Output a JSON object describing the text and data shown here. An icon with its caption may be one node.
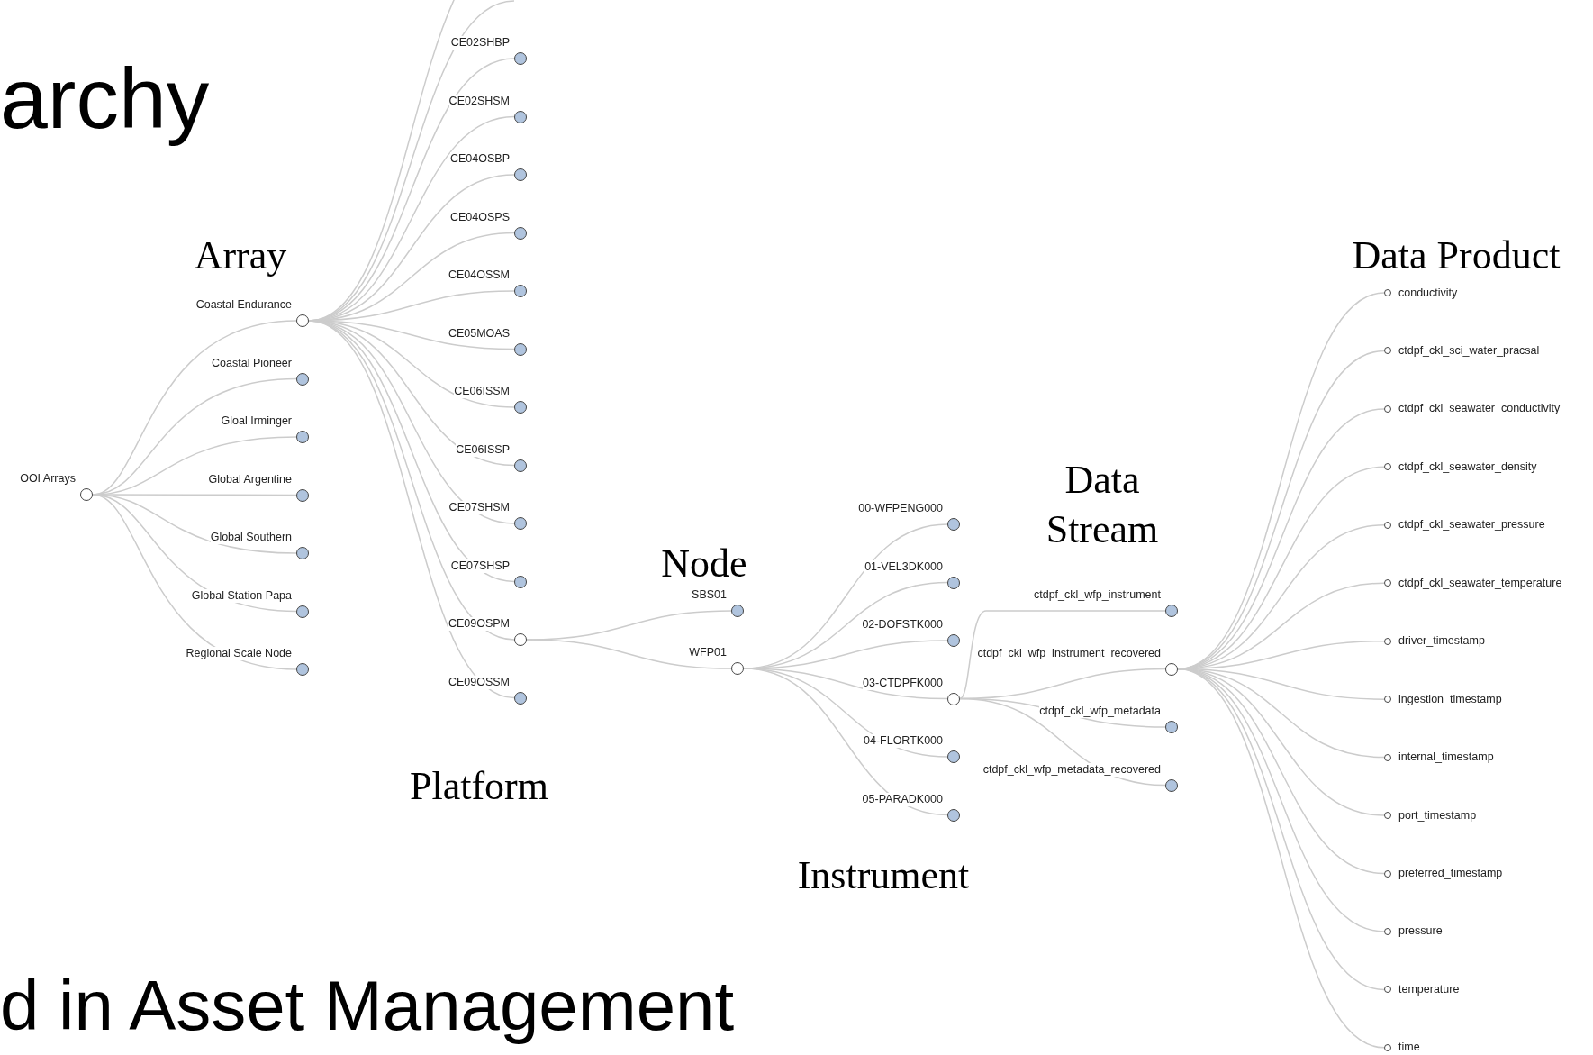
{
  "diagram": {
    "nodes": [
      {
        "text": [
          "OOI Arrays"
        ]
      },
      {
        "text": [
          "Coastal Endurance"
        ]
      },
      {
        "text": [
          "Coastal Pioneer"
        ]
      },
      {
        "text": [
          "Gloal Irminger"
        ]
      },
      {
        "text": [
          "Global Argentine"
        ]
      },
      {
        "text": [
          "Global Southern"
        ]
      },
      {
        "text": [
          "Global Station Papa"
        ]
      },
      {
        "text": [
          "Regional Scale Node"
        ]
      },
      {
        "text": [
          "CE02SHBP"
        ]
      },
      {
        "text": [
          "CE02SHSM"
        ]
      },
      {
        "text": [
          "CE04OSBP"
        ]
      },
      {
        "text": [
          "CE04OSPS"
        ]
      },
      {
        "text": [
          "CE04OSSM"
        ]
      },
      {
        "text": [
          "CE05MOAS"
        ]
      },
      {
        "text": [
          "CE06ISSM"
        ]
      },
      {
        "text": [
          "CE06ISSP"
        ]
      },
      {
        "text": [
          "CE07SHSM"
        ]
      },
      {
        "text": [
          "CE07SHSP"
        ]
      },
      {
        "text": [
          "CE09OSPM"
        ]
      },
      {
        "text": [
          "CE09OSSM"
        ]
      },
      {
        "text": [
          "SBS01"
        ]
      },
      {
        "text": [
          "WFP01"
        ]
      },
      {
        "text": [
          "00-WFPENG000"
        ]
      },
      {
        "text": [
          "01-VEL3DK000"
        ]
      },
      {
        "text": [
          "02-DOFSTK000"
        ]
      },
      {
        "text": [
          "03-CTDPFK000"
        ]
      },
      {
        "text": [
          "04-FLORTK000"
        ]
      },
      {
        "text": [
          "05-PARADK000"
        ]
      },
      {
        "text": [
          "ctdpf_ckl_wfp_instrument"
        ]
      },
      {
        "text": [
          "ctdpf_ckl_wfp_instrument_recovered"
        ]
      },
      {
        "text": [
          "ctdpf_ckl_wfp_metadata"
        ]
      },
      {
        "text": [
          "ctdpf_ckl_wfp_metadata_recovered"
        ]
      },
      {
        "text": [
          "conductivity"
        ]
      },
      {
        "text": [
          "ctdpf_ckl_sci_water_pracsal"
        ]
      },
      {
        "text": [
          "ctdpf_ckl_seawater_conductivity"
        ]
      },
      {
        "text": [
          "ctdpf_ckl_seawater_density"
        ]
      },
      {
        "text": [
          "ctdpf_ckl_seawater_pressure"
        ]
      },
      {
        "text": [
          "ctdpf_ckl_seawater_temperature"
        ]
      },
      {
        "text": [
          "driver_timestamp"
        ]
      },
      {
        "text": [
          "ingestion_timestamp"
        ]
      },
      {
        "text": [
          "internal_timestamp"
        ]
      },
      {
        "text": [
          "port_timestamp"
        ]
      },
      {
        "text": [
          "preferred_timestamp"
        ]
      },
      {
        "text": [
          "pressure"
        ]
      },
      {
        "text": [
          "temperature"
        ]
      },
      {
        "text": [
          "time"
        ]
      }
    ],
    "edges": [
      {
        "from": 0,
        "to": 1,
        "arrow": "none"
      },
      {
        "from": 0,
        "to": 2,
        "arrow": "none"
      },
      {
        "from": 0,
        "to": 3,
        "arrow": "none"
      },
      {
        "from": 0,
        "to": 4,
        "arrow": "none"
      },
      {
        "from": 0,
        "to": 5,
        "arrow": "none"
      },
      {
        "from": 0,
        "to": 6,
        "arrow": "none"
      },
      {
        "from": 0,
        "to": 7,
        "arrow": "none"
      },
      {
        "from": 1,
        "to": null,
        "arrow": "none"
      },
      {
        "from": 1,
        "to": null,
        "arrow": "none"
      },
      {
        "from": 1,
        "to": 8,
        "arrow": "none"
      },
      {
        "from": 1,
        "to": 9,
        "arrow": "none"
      },
      {
        "from": 1,
        "to": 10,
        "arrow": "none"
      },
      {
        "from": 1,
        "to": 11,
        "arrow": "none"
      },
      {
        "from": 1,
        "to": 12,
        "arrow": "none"
      },
      {
        "from": 1,
        "to": 13,
        "arrow": "none"
      },
      {
        "from": 1,
        "to": 14,
        "arrow": "none"
      },
      {
        "from": 1,
        "to": 15,
        "arrow": "none"
      },
      {
        "from": 1,
        "to": 16,
        "arrow": "none"
      },
      {
        "from": 1,
        "to": 17,
        "arrow": "none"
      },
      {
        "from": 1,
        "to": 18,
        "arrow": "none"
      },
      {
        "from": 1,
        "to": 19,
        "arrow": "none"
      },
      {
        "from": 18,
        "to": 20,
        "arrow": "none"
      },
      {
        "from": 18,
        "to": 21,
        "arrow": "none"
      },
      {
        "from": 21,
        "to": 22,
        "arrow": "none"
      },
      {
        "from": 21,
        "to": 23,
        "arrow": "none"
      },
      {
        "from": 21,
        "to": 24,
        "arrow": "none"
      },
      {
        "from": 21,
        "to": 25,
        "arrow": "none"
      },
      {
        "from": 21,
        "to": 26,
        "arrow": "none"
      },
      {
        "from": 21,
        "to": 27,
        "arrow": "none"
      },
      {
        "from": 25,
        "to": 28,
        "arrow": "none"
      },
      {
        "from": 25,
        "to": 29,
        "arrow": "none"
      },
      {
        "from": 25,
        "to": 30,
        "arrow": "none"
      },
      {
        "from": 25,
        "to": 31,
        "arrow": "none"
      },
      {
        "from": 29,
        "to": 32,
        "arrow": "none"
      },
      {
        "from": 29,
        "to": 33,
        "arrow": "none"
      },
      {
        "from": 29,
        "to": 34,
        "arrow": "none"
      },
      {
        "from": 29,
        "to": 35,
        "arrow": "none"
      },
      {
        "from": 29,
        "to": 36,
        "arrow": "none"
      },
      {
        "from": 29,
        "to": 37,
        "arrow": "none"
      },
      {
        "from": 29,
        "to": 38,
        "arrow": "none"
      },
      {
        "from": 29,
        "to": 39,
        "arrow": "none"
      },
      {
        "from": 29,
        "to": 40,
        "arrow": "none"
      },
      {
        "from": 29,
        "to": 41,
        "arrow": "none"
      },
      {
        "from": 29,
        "to": 42,
        "arrow": "none"
      },
      {
        "from": 29,
        "to": 43,
        "arrow": "none"
      },
      {
        "from": 29,
        "to": 44,
        "arrow": "none"
      },
      {
        "from": 29,
        "to": 45,
        "arrow": "none"
      }
    ],
    "labels": [
      "archy",
      "Array",
      "Data Product",
      "Data Stream",
      "Node",
      "Platform",
      "Instrument",
      "d in Asset Management"
    ]
  }
}
